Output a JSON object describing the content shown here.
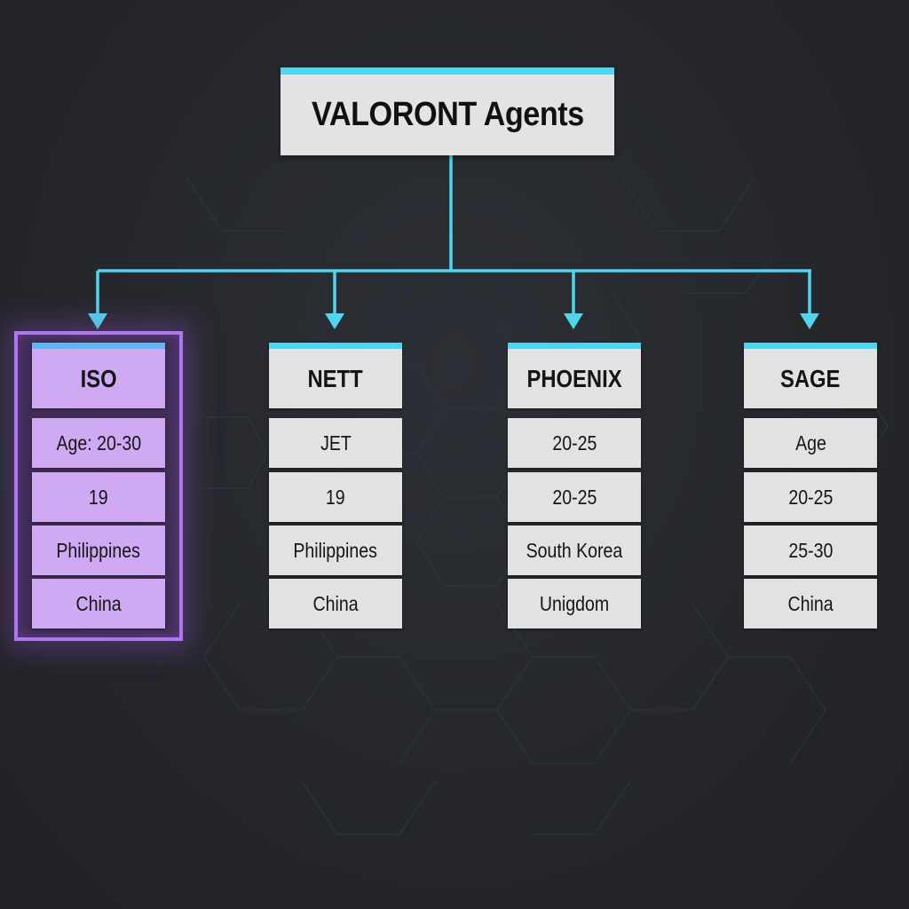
{
  "title": "VALORONT Agents",
  "colors": {
    "background": "#25272c",
    "connector": "#4fd6ee",
    "card": "#e2e2e2",
    "highlight_card": "#cfaaf3",
    "highlight_border": "#b076ee"
  },
  "agents": [
    {
      "name": "ISO",
      "highlighted": true,
      "rows": [
        "Age: 20-30",
        "19",
        "Philippines",
        "China"
      ]
    },
    {
      "name": "NETT",
      "highlighted": false,
      "rows": [
        "JET",
        "19",
        "Philippines",
        "China"
      ]
    },
    {
      "name": "PHOENIX",
      "highlighted": false,
      "rows": [
        "20-25",
        "20-25",
        "South Korea",
        "Unigdom"
      ]
    },
    {
      "name": "SAGE",
      "highlighted": false,
      "rows": [
        "Age",
        "20-25",
        "25-30",
        "China"
      ]
    }
  ]
}
